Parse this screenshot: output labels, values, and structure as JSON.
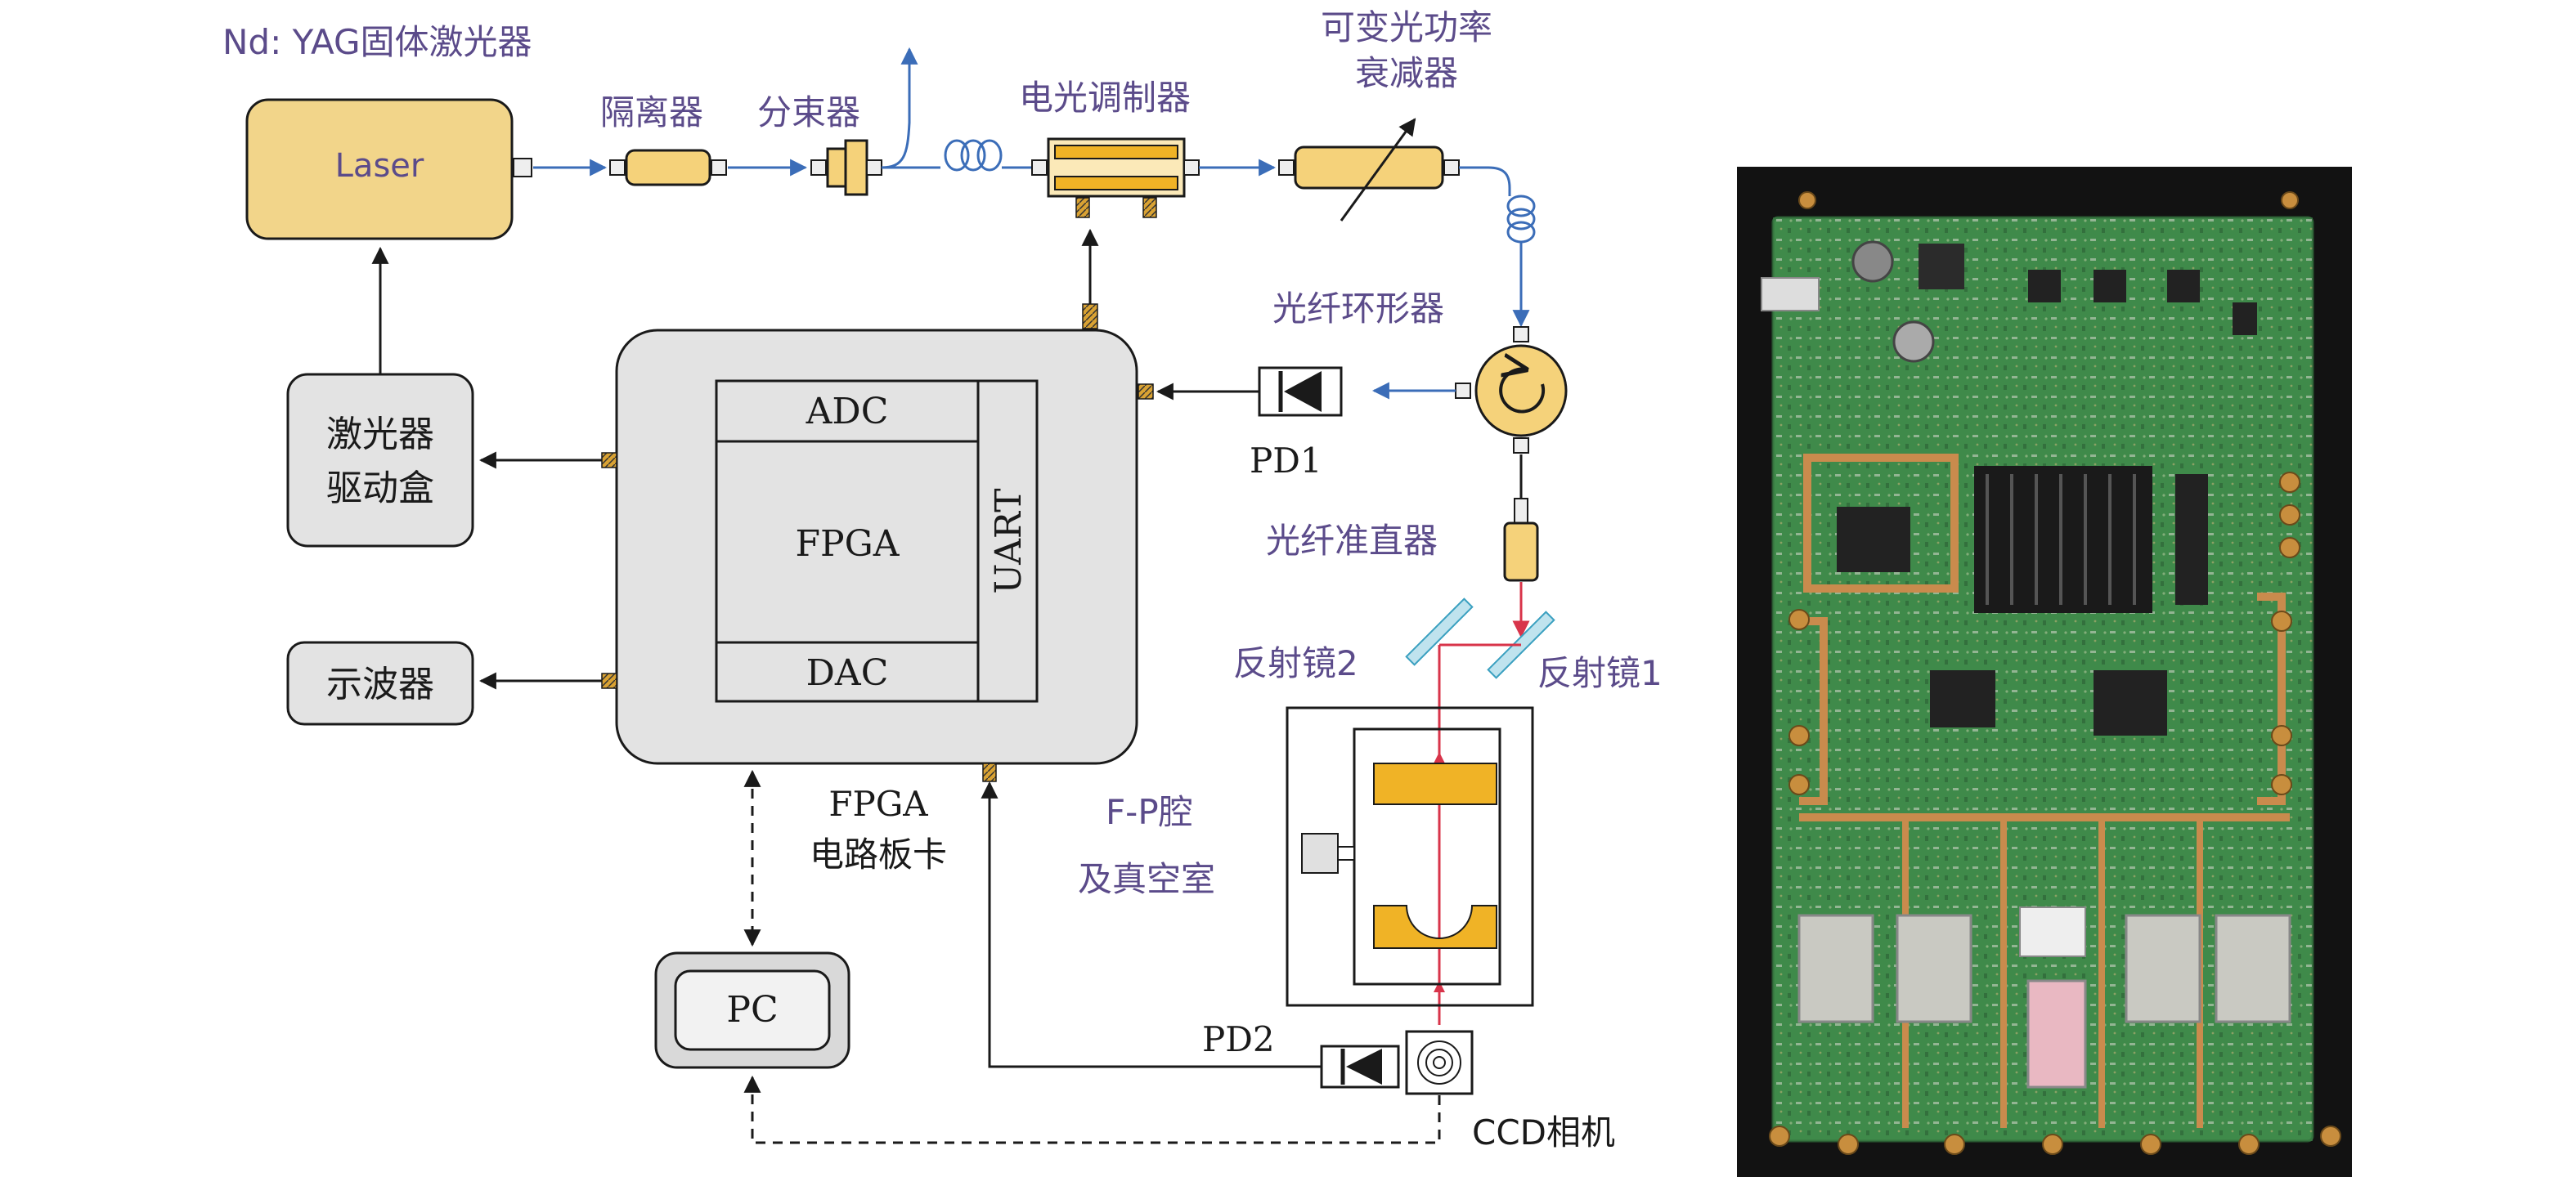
{
  "labels": {
    "laser_source": "Nd: YAG固体激光器",
    "laser_box": "Laser",
    "isolator": "隔离器",
    "splitter": "分束器",
    "eom": "电光调制器",
    "attenuator_line1": "可变光功率",
    "attenuator_line2": "衰减器",
    "circulator": "光纤环形器",
    "pd1": "PD1",
    "collimator": "光纤准直器",
    "mirror2": "反射镜2",
    "mirror1": "反射镜1",
    "fp_line1": "F-P腔",
    "fp_line2": "及真空室",
    "pd2": "PD2",
    "ccd": "CCD相机",
    "driver_line1": "激光器",
    "driver_line2": "驱动盒",
    "oscilloscope": "示波器",
    "adc": "ADC",
    "fpga": "FPGA",
    "dac": "DAC",
    "uart": "UART",
    "board_line1": "FPGA",
    "board_line2": "电路板卡",
    "pc": "PC"
  },
  "colors": {
    "purple_text": "#5b4b8a",
    "laser_fill": "#f2d58a",
    "component_fill": "#f5d27a",
    "fiber_blue": "#3b6db8",
    "beam_red": "#d8344a",
    "cavity_mirror": "#f0b326",
    "gray_box": "#d9d9d9",
    "pcb_green": "#3f8a4a",
    "pcb_background": "#121212"
  },
  "photo": {
    "subject": "printed-circuit-board-photo"
  }
}
